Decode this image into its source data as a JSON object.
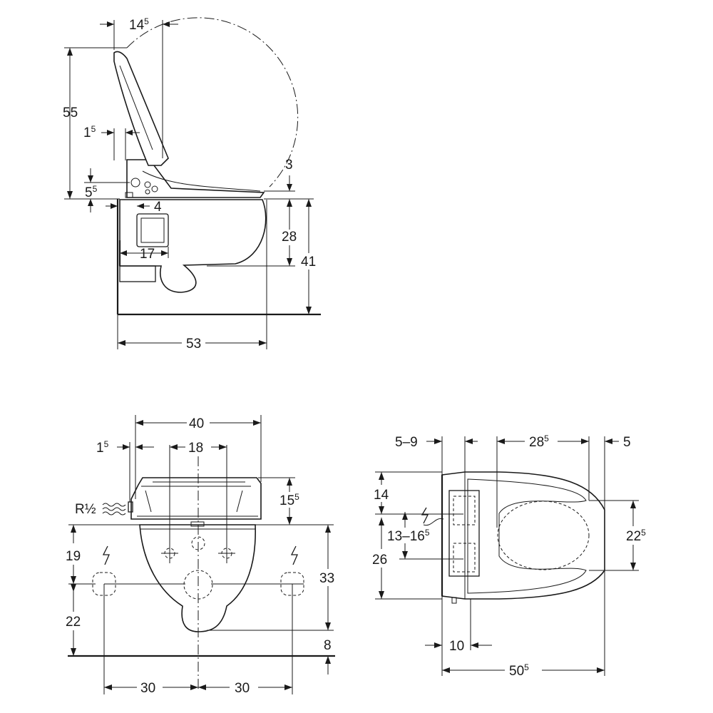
{
  "side_view": {
    "dim_14_5": {
      "main": "14",
      "sup": "5"
    },
    "dim_55": "55",
    "dim_1_5": {
      "main": "1",
      "sup": "5"
    },
    "dim_3": "3",
    "dim_5_5": {
      "main": "5",
      "sup": "5"
    },
    "dim_4": "4",
    "dim_28": "28",
    "dim_41": "41",
    "dim_17": "17",
    "dim_53": "53"
  },
  "front_view": {
    "dim_40": "40",
    "dim_1_5": {
      "main": "1",
      "sup": "5"
    },
    "dim_18": "18",
    "pipe_label": "R½",
    "dim_15_5": {
      "main": "15",
      "sup": "5"
    },
    "dim_19": "19",
    "dim_33": "33",
    "dim_22": "22",
    "dim_8": "8",
    "dim_30_left": "30",
    "dim_30_right": "30"
  },
  "top_view": {
    "dim_5_9": "5–9",
    "dim_28_5": {
      "main": "28",
      "sup": "5"
    },
    "dim_5": "5",
    "dim_14": "14",
    "dim_13_16_5": {
      "main": "13–16",
      "sup": "5"
    },
    "dim_26": "26",
    "dim_22_5": {
      "main": "22",
      "sup": "5"
    },
    "dim_10": "10",
    "dim_50_5": {
      "main": "50",
      "sup": "5"
    }
  }
}
